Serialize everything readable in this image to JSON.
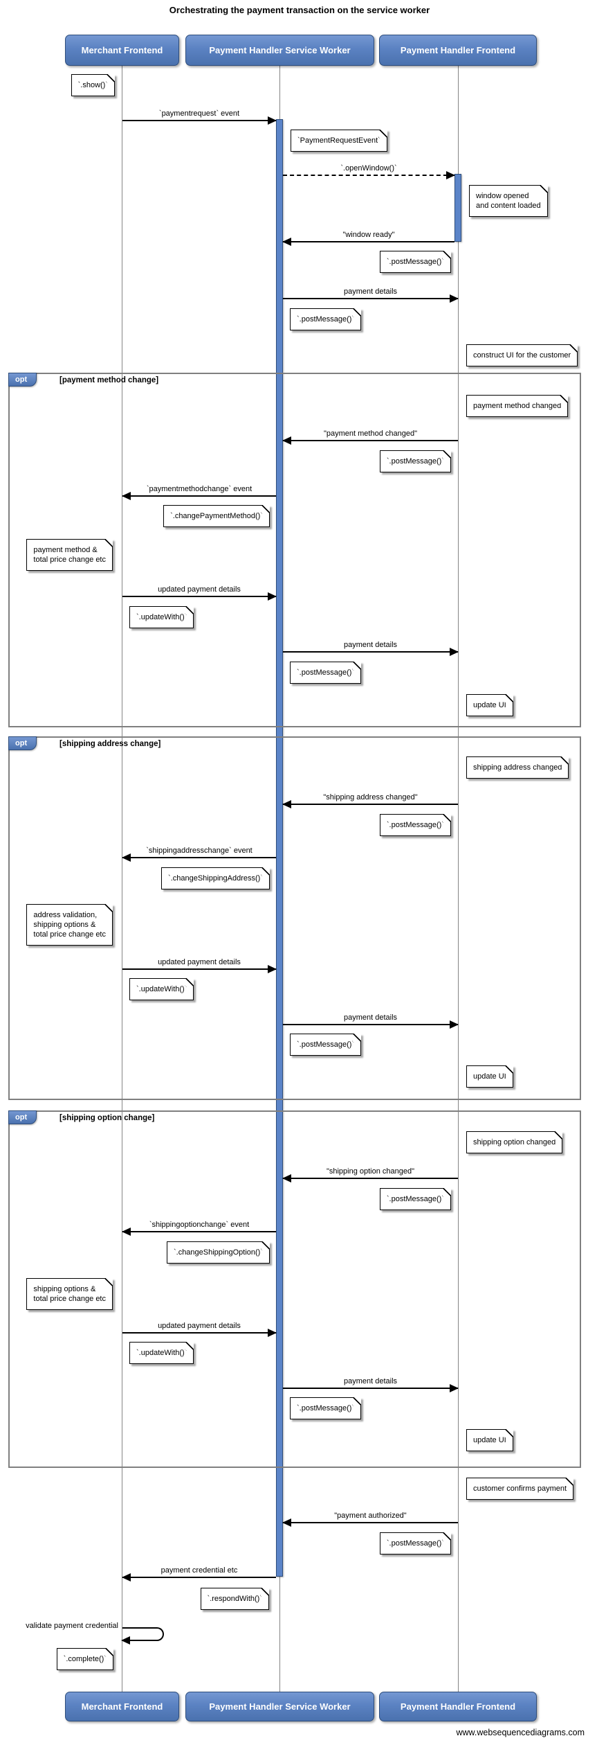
{
  "title": "Orchestrating the payment transaction on the service worker",
  "footer": "www.websequencediagrams.com",
  "participants": {
    "merchant": "Merchant Frontend",
    "service_worker": "Payment Handler Service Worker",
    "handler_frontend": "Payment Handler Frontend"
  },
  "flow": {
    "show_note": "`.show()`",
    "paymentrequest_event": "`paymentrequest` event",
    "paymentrequestevent_note": "`PaymentRequestEvent`",
    "open_window": "`.openWindow()`",
    "window_opened_note": "window opened\nand content loaded",
    "window_ready": "\"window ready\"",
    "post_message": "`.postMessage()`",
    "payment_details": "payment details",
    "construct_ui_note": "construct UI for the customer"
  },
  "opts": [
    {
      "keyword": "opt",
      "condition": "[payment method change]",
      "changed_note": "payment method changed",
      "changed_message": "\"payment method changed\"",
      "post_message": "`.postMessage()`",
      "event_message": "`paymentmethodchange` event",
      "handler_note": "`.changePaymentMethod()`",
      "merchant_note": "payment method &\ntotal price change etc",
      "updated_details": "updated payment details",
      "update_with": "`.updateWith()`",
      "payment_details": "payment details",
      "post_message2": "`.postMessage()`",
      "update_ui": "update UI"
    },
    {
      "keyword": "opt",
      "condition": "[shipping address change]",
      "changed_note": "shipping address changed",
      "changed_message": "\"shipping address changed\"",
      "post_message": "`.postMessage()`",
      "event_message": "`shippingaddresschange` event",
      "handler_note": "`.changeShippingAddress()`",
      "merchant_note": "address validation,\nshipping options &\ntotal price change etc",
      "updated_details": "updated payment details",
      "update_with": "`.updateWith()`",
      "payment_details": "payment details",
      "post_message2": "`.postMessage()`",
      "update_ui": "update UI"
    },
    {
      "keyword": "opt",
      "condition": "[shipping option change]",
      "changed_note": "shipping option changed",
      "changed_message": "\"shipping option changed\"",
      "post_message": "`.postMessage()`",
      "event_message": "`shippingoptionchange` event",
      "handler_note": "`.changeShippingOption()`",
      "merchant_note": "shipping options &\ntotal price change etc",
      "updated_details": "updated payment details",
      "update_with": "`.updateWith()`",
      "payment_details": "payment details",
      "post_message2": "`.postMessage()`",
      "update_ui": "update UI"
    }
  ],
  "final": {
    "confirm_note": "customer confirms payment",
    "authorized_message": "\"payment authorized\"",
    "post_message": "`.postMessage()`",
    "credential_message": "payment credential etc",
    "respond_with": "`.respondWith()`",
    "validate_message": "validate payment credential",
    "complete_note": "`.complete()`"
  },
  "colors": {
    "participant_blue": "#5b82c2",
    "activation_blue": "#5b84c8",
    "frame_gray": "#7f7f7f",
    "lifeline_gray": "#848484"
  }
}
